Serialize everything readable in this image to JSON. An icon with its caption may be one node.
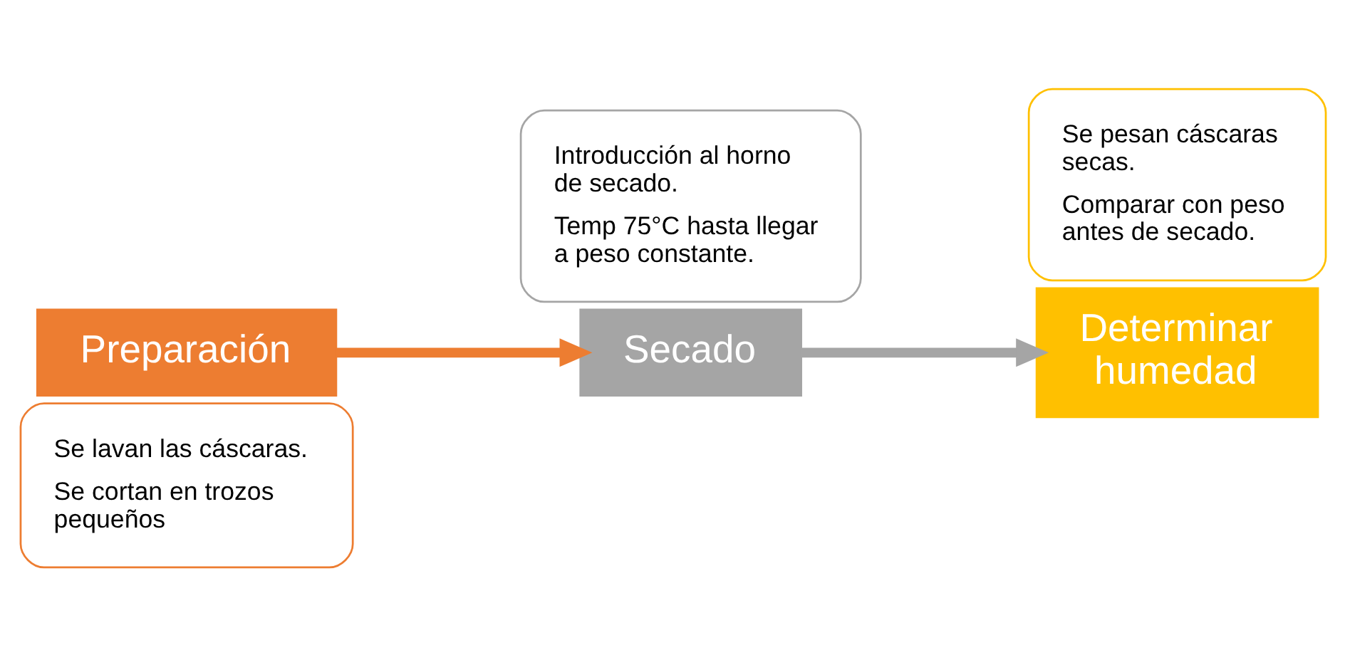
{
  "diagram": {
    "nodes": [
      {
        "text": [
          "Se lavan las cáscaras.",
          "Se cortan en trozos pequeños"
        ]
      },
      {
        "text": [
          "Preparación"
        ]
      },
      {
        "text": [
          "Secado"
        ]
      },
      {
        "text": [
          "Introducción al horno de secado.",
          "Temp 75°C hasta llegar a peso constante."
        ]
      },
      {
        "text": [
          "Se pesan cáscaras secas.",
          "Comparar con peso antes de secado."
        ]
      },
      {
        "text": [
          "Determinar humedad"
        ]
      }
    ],
    "edges": [
      {
        "from": 1,
        "to": 2,
        "arrow": "to",
        "color": "#ed7d31"
      },
      {
        "from": 2,
        "to": 5,
        "arrow": "to",
        "color": "#a5a5a5"
      }
    ]
  }
}
